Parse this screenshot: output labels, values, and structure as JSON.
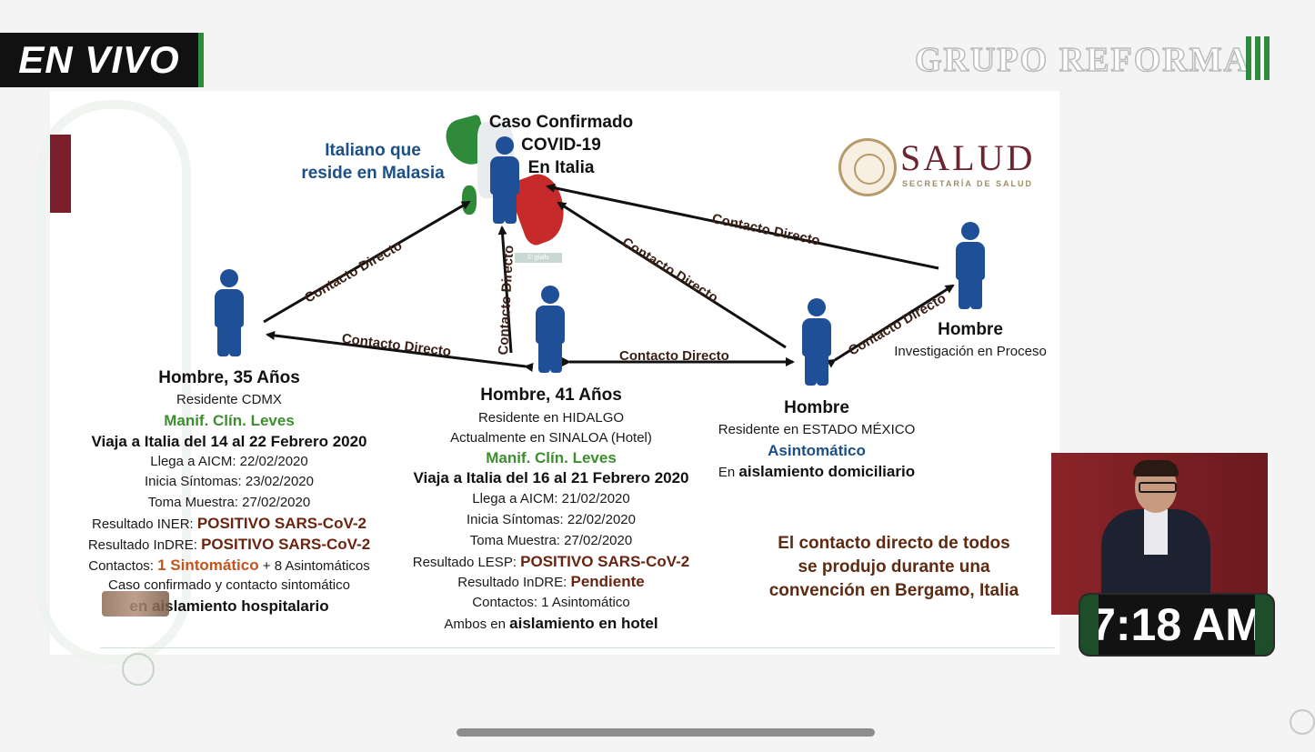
{
  "broadcast": {
    "live_label": "EN VIVO",
    "brand": "GRUPO REFORMA",
    "clock": "7:18 AM"
  },
  "logo": {
    "name": "SALUD",
    "subtitle": "SECRETARÍA DE SALUD"
  },
  "top_case": {
    "line1": "Caso Confirmado",
    "line2": "COVID-19",
    "line3": "En Italia",
    "side_line1": "Italiano que",
    "side_line2": "reside en Malasia"
  },
  "contact_label": "Contacto Directo",
  "persons": [
    {
      "name": "Hombre, 35 Años",
      "residence": "Residente CDMX",
      "symptom": "Manif. Clín. Leves",
      "travel": "Viaja a Italia del 14 al 22 Febrero 2020",
      "arrive": "Llega a AICM: 22/02/2020",
      "onset": "Inicia Síntomas: 23/02/2020",
      "sample": "Toma Muestra: 27/02/2020",
      "result1_label": "Resultado INER: ",
      "result1_value": "POSITIVO SARS-CoV-2",
      "result2_label": "Resultado InDRE: ",
      "result2_value": "POSITIVO SARS-CoV-2",
      "contacts_label": "Contactos: ",
      "contacts_sym": "1 Sintomático",
      "contacts_rest": " + 8 Asintomáticos",
      "case_note": "Caso confirmado y contacto sintomático",
      "isolation_bold": "en aislamiento hospitalario"
    },
    {
      "name": "Hombre, 41 Años",
      "residence": "Residente en HIDALGO",
      "current": "Actualmente en SINALOA (Hotel)",
      "symptom": "Manif. Clín. Leves",
      "travel": "Viaja a Italia del 16 al 21 Febrero 2020",
      "arrive": "Llega a AICM: 21/02/2020",
      "onset": "Inicia Síntomas: 22/02/2020",
      "sample": "Toma Muestra: 27/02/2020",
      "result1_label": "Resultado LESP: ",
      "result1_value": "POSITIVO SARS-CoV-2",
      "result2_label": "Resultado InDRE: ",
      "result2_value": "Pendiente",
      "contacts": "Contactos: 1 Asintomático",
      "isolation_prefix": "Ambos en ",
      "isolation_bold": "aislamiento en hotel"
    },
    {
      "name": "Hombre",
      "residence": "Residente en ESTADO MÉXICO",
      "status": "Asintomático",
      "isolation_prefix": "En ",
      "isolation_bold": "aislamiento domiciliario"
    },
    {
      "name": "Hombre",
      "status": "Investigación en Proceso"
    }
  ],
  "note": {
    "line1": "El contacto directo de todos",
    "line2": "se produjo durante una",
    "line3": "convención en Bergamo, Italia"
  },
  "colors": {
    "person_blue": "#1f4f96",
    "accent_green": "#2e8b3e",
    "positive_brown": "#6a2410",
    "maroon": "#7a1f2a"
  }
}
